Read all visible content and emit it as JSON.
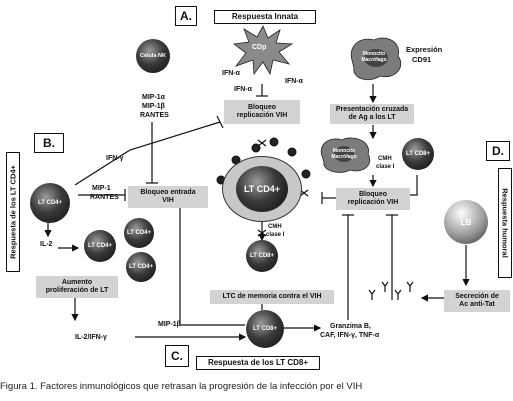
{
  "sections": {
    "A": {
      "letter": "A.",
      "title": "Respuesta Innata"
    },
    "B": {
      "letter": "B.",
      "title": "Respuesta de los LT CD4+"
    },
    "C": {
      "letter": "C.",
      "title": "Respuesta de los LT CD8+"
    },
    "D": {
      "letter": "D.",
      "title": "Respuesta humoral"
    }
  },
  "cells": {
    "nk": "Célula NK",
    "cdp": "CDp",
    "macrophage_top": "Monocito Macrófago",
    "macrophage_mid": "Monocito Macrófago",
    "lt_cd8_mid": "LT CD8+",
    "lt_cd4_left": "LT CD4+",
    "lt_cd4_center": "LT CD4+",
    "lt_cd4_prolif": [
      "LT CD4+",
      "LT CD4+",
      "LT CD4+"
    ],
    "lt_cd8_memory": "LT CD8+",
    "lt_cd8_bottom": "LT CD8+",
    "lb": "LB"
  },
  "labels": {
    "mip_nk": [
      "MIP-1α",
      "MIP-1β",
      "RANTES"
    ],
    "ifn_a_left": "IFN-α",
    "ifn_a_right": "IFN-α",
    "ifn_a_below": "IFN-α",
    "expresion": [
      "Expresión",
      "CD91"
    ],
    "ifn_g": "IFN-γ",
    "mip_cd4": [
      "MIP-1",
      "RANTES"
    ],
    "il2": "IL-2",
    "cmh_mid": [
      "CMH",
      "clase I"
    ],
    "cmh_center": [
      "CMH",
      "clase I"
    ],
    "il2_ifng": "IL-2/IFN-γ",
    "mip1b": "MIP-1β",
    "granzima": [
      "Granzima B,",
      "CAF, IFN-γ, TNF-α"
    ]
  },
  "boxes": {
    "bloqueo_rep_top": [
      "Bloqueo",
      "replicación VIH"
    ],
    "presentacion": [
      "Presentación cruzada",
      "de Ag a los LT"
    ],
    "bloqueo_entrada": [
      "Bloqueo entrada",
      "VIH"
    ],
    "bloqueo_rep_right": [
      "Bloqueo",
      "replicación VIH"
    ],
    "aumento": [
      "Aumento",
      "proliferación de LT"
    ],
    "ltc_memoria": "LTC de memoria contra el VIH",
    "secrecion": [
      "Secreción de",
      "Ac anti-Tat"
    ]
  },
  "caption": "Figura 1. Factores inmunológicos que retrasan la progresión de la infección por el VIH"
}
